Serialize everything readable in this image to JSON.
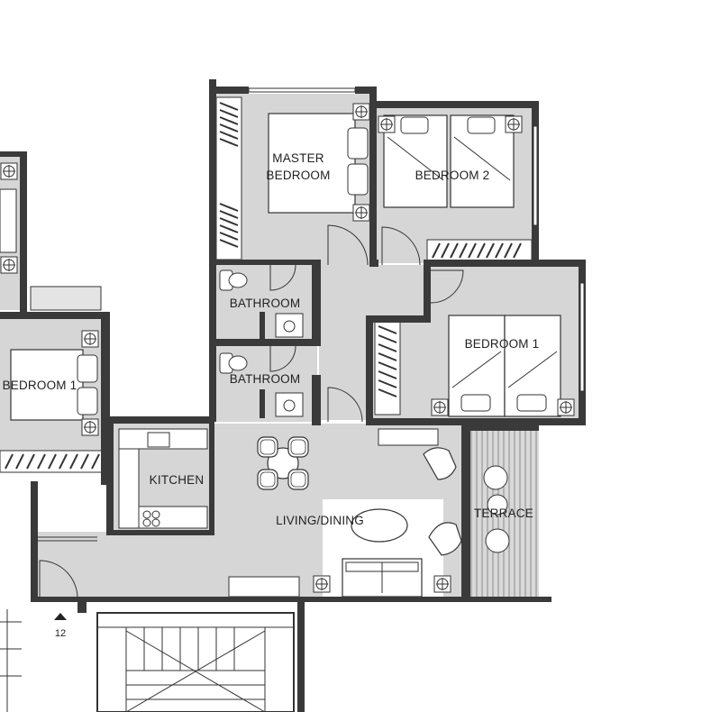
{
  "plan": {
    "rooms": {
      "master_bedroom_line1": "MASTER",
      "master_bedroom_line2": "BEDROOM",
      "bedroom2": "BEDROOM 2",
      "bedroom1": "BEDROOM 1",
      "bathroom_upper": "BATHROOM",
      "bathroom_lower": "BATHROOM",
      "kitchen": "KITCHEN",
      "living_dining": "LIVING/DINING",
      "terrace": "TERRACE",
      "neighbor_bedroom": "BEDROOM 1"
    },
    "unit_marker": "12"
  },
  "colors": {
    "wall": "#3a3a3a",
    "floor": "#d6d6d6",
    "furniture_fill": "#ffffff",
    "line": "#333333"
  }
}
